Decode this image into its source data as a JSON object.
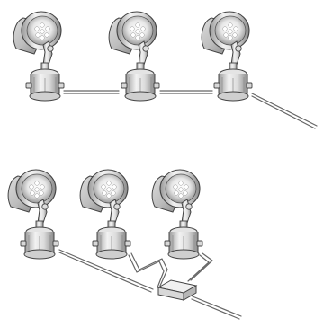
{
  "diagram": {
    "colors": {
      "background": "#ffffff",
      "stroke": "#444444",
      "cable": "#666666",
      "metal_light": "#f3f3f3",
      "metal_mid": "#c9c9c9",
      "metal_dark": "#8c8c8c"
    },
    "top_group": {
      "fixture_count": 3,
      "connection": "daisy-chain",
      "fixtures": [
        "spotlight",
        "spotlight",
        "spotlight"
      ],
      "cable_exit": "bottom-right"
    },
    "bottom_group": {
      "fixture_count": 3,
      "connection": "junction-box",
      "fixtures": [
        "spotlight",
        "spotlight",
        "spotlight"
      ],
      "cable_exit": "bottom-right"
    },
    "icons": [
      "spotlight-icon",
      "junction-box-icon",
      "cable-icon"
    ]
  }
}
